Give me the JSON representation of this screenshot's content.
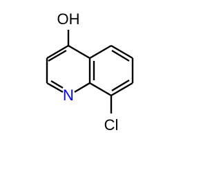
{
  "molecule": {
    "atoms": {
      "hydroxyl": {
        "label": "OH",
        "color": "#000000"
      },
      "nitrogen": {
        "label": "N",
        "color": "#0000ff"
      },
      "chlorine": {
        "label": "Cl",
        "color": "#000000"
      }
    }
  }
}
